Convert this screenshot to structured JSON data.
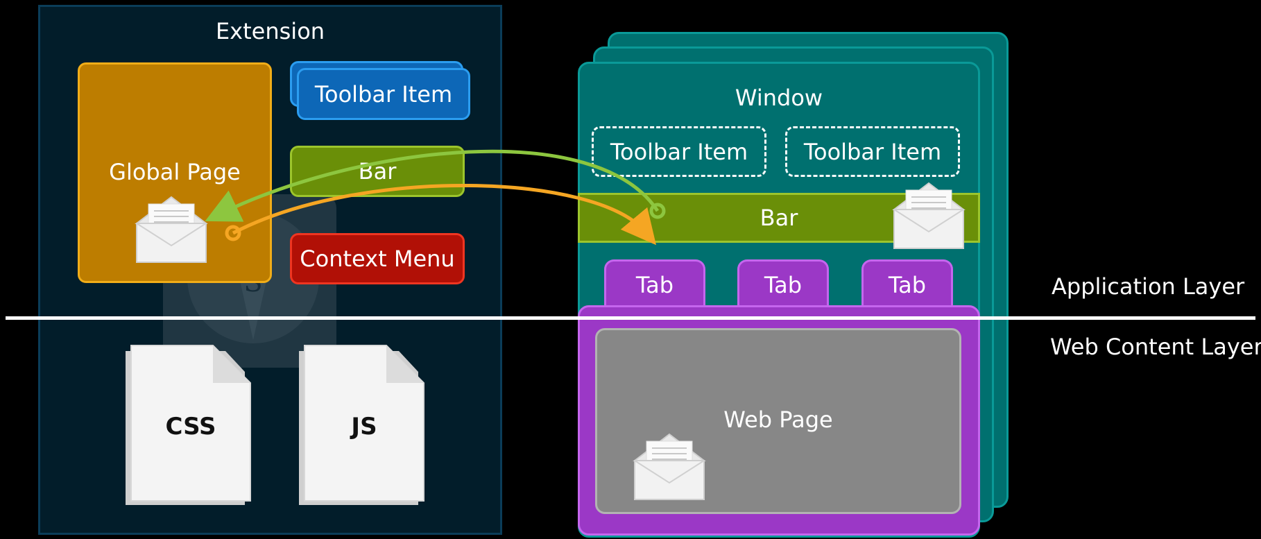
{
  "extension": {
    "title": "Extension",
    "global_page_label": "Global Page",
    "toolbar_item_label": "Toolbar Item",
    "bar_label": "Bar",
    "context_menu_label": "Context Menu",
    "css_label": "CSS",
    "js_label": "JS"
  },
  "window": {
    "title": "Window",
    "toolbar_items": [
      "Toolbar Item",
      "Toolbar Item"
    ],
    "bar_label": "Bar",
    "tabs": [
      "Tab",
      "Tab",
      "Tab"
    ],
    "web_page_label": "Web Page"
  },
  "layers": {
    "application": "Application Layer",
    "web_content": "Web Content Layer"
  },
  "colors": {
    "global_page": "#bd7d00",
    "toolbar_item": "#0d67b7",
    "bar": "#6a8f08",
    "context_menu": "#b11006",
    "window": "#00706f",
    "tab": "#9b38c6",
    "web_page": "#878787",
    "arrow_green": "#8dc63f",
    "arrow_orange": "#f5a623"
  },
  "icons": [
    "envelope-icon",
    "document-icon",
    "safari-extension-watermark"
  ]
}
